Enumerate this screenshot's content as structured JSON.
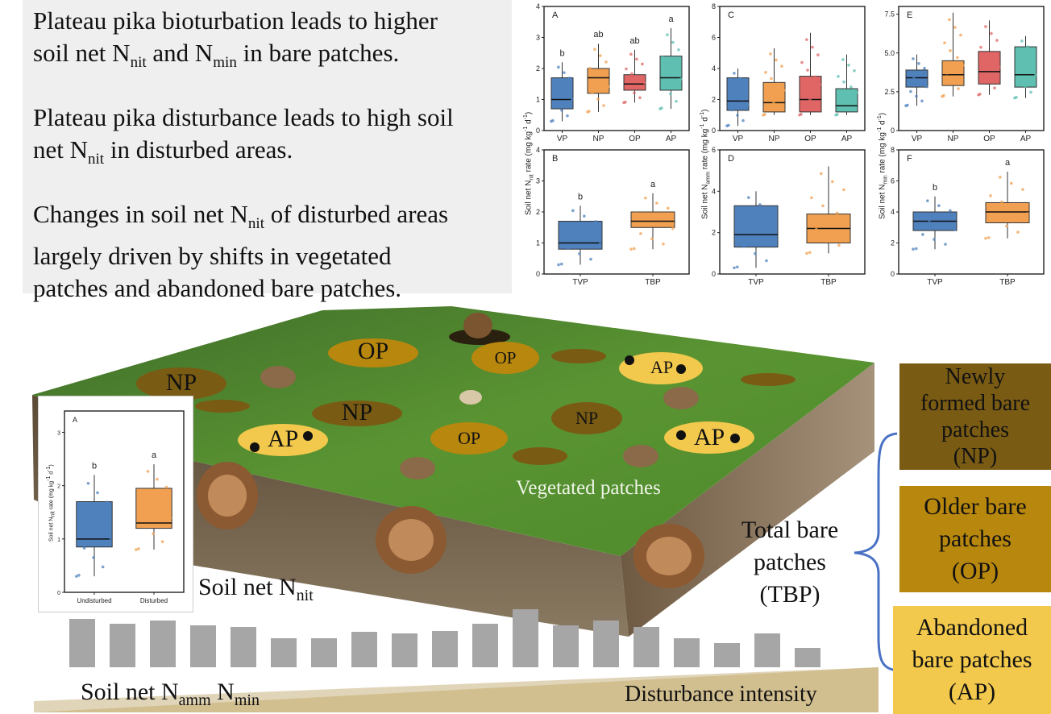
{
  "summary": {
    "p1_line1": "Plateau pika bioturbation leads to higher",
    "p1_line2_a": "soil net N",
    "p1_line2_sub1": "nit",
    "p1_line2_b": " and N",
    "p1_line2_sub2": "min",
    "p1_line2_c": " in bare patches.",
    "p2_line1": "Plateau pika disturbance leads to high soil",
    "p2_line2_a": "net N",
    "p2_line2_sub": "nit",
    "p2_line2_b": " in disturbed areas.",
    "p3_line1_a": "Changes in soil net N",
    "p3_line1_sub": "nit",
    "p3_line1_b": " of disturbed areas",
    "p3_line2": "largely driven by shifts in vegetated",
    "p3_line3": "patches and abandoned bare patches."
  },
  "panels": {
    "A": {
      "label": "A",
      "yticks": [
        "4",
        "3",
        "2",
        "1",
        "0"
      ],
      "categories": [
        "VP",
        "NP",
        "OP",
        "AP"
      ],
      "sig": [
        "b",
        "ab",
        "ab",
        "a"
      ]
    },
    "B": {
      "label": "B",
      "yticks": [
        "4",
        "3",
        "2",
        "1",
        "0"
      ],
      "categories": [
        "TVP",
        "TBP"
      ],
      "sig": [
        "b",
        "a"
      ],
      "ylabel": "Soil net N",
      "ylabel_sub": "nit",
      "ylabel_rest": " rate (mg kg",
      "ylabel_sup1": "-1",
      "ylabel_mid": " d",
      "ylabel_sup2": "-1",
      "ylabel_end": ")"
    },
    "C": {
      "label": "C",
      "yticks": [
        "8",
        "6",
        "4",
        "2",
        "0"
      ],
      "categories": [
        "VP",
        "NP",
        "OP",
        "AP"
      ]
    },
    "D": {
      "label": "D",
      "yticks": [
        "6",
        "4",
        "2",
        "0"
      ],
      "categories": [
        "TVP",
        "TBP"
      ],
      "ylabel": "Soil net N",
      "ylabel_sub": "amm"
    },
    "E": {
      "label": "E",
      "yticks": [
        "7.5",
        "5.0",
        "2.5",
        "0"
      ],
      "categories": [
        "VP",
        "NP",
        "OP",
        "AP"
      ]
    },
    "F": {
      "label": "F",
      "yticks": [
        "8",
        "6",
        "4",
        "2",
        "0"
      ],
      "categories": [
        "TVP",
        "TBP"
      ],
      "sig": [
        "b",
        "a"
      ],
      "ylabel": "Soil net N",
      "ylabel_sub": "min"
    },
    "inset": {
      "label": "A",
      "yticks": [
        "3",
        "2",
        "1",
        "0"
      ],
      "categories": [
        "Undisturbed",
        "Disturbed"
      ],
      "sig": [
        "b",
        "a"
      ],
      "ylabel": "Soil net N",
      "ylabel_sub": "nit"
    }
  },
  "chart_data": [
    {
      "type": "box",
      "panel": "A",
      "categories": [
        "VP",
        "NP",
        "OP",
        "AP"
      ],
      "ylim": [
        0,
        4
      ],
      "boxes": [
        {
          "q1": 0.7,
          "median": 1.0,
          "q3": 1.7,
          "min": 0.3,
          "max": 2.2
        },
        {
          "q1": 1.2,
          "median": 1.7,
          "q3": 2.0,
          "min": 0.6,
          "max": 2.8
        },
        {
          "q1": 1.3,
          "median": 1.5,
          "q3": 1.8,
          "min": 0.9,
          "max": 2.6
        },
        {
          "q1": 1.3,
          "median": 1.7,
          "q3": 2.4,
          "min": 0.7,
          "max": 3.3
        }
      ],
      "sig": [
        "b",
        "ab",
        "ab",
        "a"
      ]
    },
    {
      "type": "box",
      "panel": "B",
      "categories": [
        "TVP",
        "TBP"
      ],
      "ylim": [
        0,
        4
      ],
      "boxes": [
        {
          "q1": 0.8,
          "median": 1.0,
          "q3": 1.7,
          "min": 0.3,
          "max": 2.2
        },
        {
          "q1": 1.5,
          "median": 1.7,
          "q3": 2.0,
          "min": 0.8,
          "max": 2.6
        }
      ],
      "sig": [
        "b",
        "a"
      ]
    },
    {
      "type": "box",
      "panel": "C",
      "categories": [
        "VP",
        "NP",
        "OP",
        "AP"
      ],
      "ylim": [
        0,
        8
      ],
      "boxes": [
        {
          "q1": 1.3,
          "median": 1.9,
          "q3": 3.4,
          "min": 0.3,
          "max": 4.0
        },
        {
          "q1": 1.2,
          "median": 1.8,
          "q3": 3.1,
          "min": 1.0,
          "max": 5.3
        },
        {
          "q1": 1.2,
          "median": 2.0,
          "q3": 3.5,
          "min": 1.0,
          "max": 6.3
        },
        {
          "q1": 1.2,
          "median": 1.6,
          "q3": 2.7,
          "min": 1.0,
          "max": 4.9
        }
      ]
    },
    {
      "type": "box",
      "panel": "D",
      "categories": [
        "TVP",
        "TBP"
      ],
      "ylim": [
        0,
        6
      ],
      "boxes": [
        {
          "q1": 1.3,
          "median": 1.9,
          "q3": 3.3,
          "min": 0.3,
          "max": 4.0
        },
        {
          "q1": 1.5,
          "median": 2.2,
          "q3": 2.9,
          "min": 1.0,
          "max": 5.2
        }
      ]
    },
    {
      "type": "box",
      "panel": "E",
      "categories": [
        "VP",
        "NP",
        "OP",
        "AP"
      ],
      "ylim": [
        0,
        8
      ],
      "boxes": [
        {
          "q1": 2.8,
          "median": 3.4,
          "q3": 3.9,
          "min": 1.6,
          "max": 4.9
        },
        {
          "q1": 2.9,
          "median": 3.6,
          "q3": 4.5,
          "min": 2.2,
          "max": 7.6
        },
        {
          "q1": 3.0,
          "median": 3.8,
          "q3": 5.1,
          "min": 2.3,
          "max": 7.1
        },
        {
          "q1": 2.8,
          "median": 3.6,
          "q3": 5.4,
          "min": 2.1,
          "max": 6.1
        }
      ]
    },
    {
      "type": "box",
      "panel": "F",
      "categories": [
        "TVP",
        "TBP"
      ],
      "ylim": [
        0,
        8
      ],
      "boxes": [
        {
          "q1": 2.8,
          "median": 3.4,
          "q3": 4.0,
          "min": 1.6,
          "max": 5.0
        },
        {
          "q1": 3.3,
          "median": 4.0,
          "q3": 4.6,
          "min": 2.3,
          "max": 6.6
        }
      ],
      "sig": [
        "b",
        "a"
      ]
    },
    {
      "type": "box",
      "panel": "inset",
      "categories": [
        "Undisturbed",
        "Disturbed"
      ],
      "ylim": [
        0,
        3.4
      ],
      "boxes": [
        {
          "q1": 0.85,
          "median": 1.0,
          "q3": 1.7,
          "min": 0.3,
          "max": 2.2
        },
        {
          "q1": 1.2,
          "median": 1.3,
          "q3": 1.95,
          "min": 0.8,
          "max": 2.4
        }
      ],
      "sig": [
        "b",
        "a"
      ]
    },
    {
      "type": "bar",
      "panel": "bottom-bars",
      "title": "",
      "values": [
        60,
        54,
        58,
        52,
        50,
        36,
        36,
        44,
        42,
        45,
        54,
        72,
        52,
        58,
        50,
        36,
        30,
        42,
        24
      ]
    }
  ],
  "diagram": {
    "patches": {
      "op1": "OP",
      "op2": "OP",
      "op3": "OP",
      "np1": "NP",
      "np2": "NP",
      "np3": "NP",
      "ap1": "AP",
      "ap2": "AP",
      "ap3": "AP"
    },
    "vegetated": "Vegetated patches",
    "soil_nit_a": "Soil net N",
    "soil_nit_sub": "nit",
    "soil_amm_a": "Soil net N",
    "soil_amm_sub1": "amm",
    "soil_amm_b": " N",
    "soil_amm_sub2": "min",
    "disturbance": "Disturbance intensity",
    "tbp_line1": "Total bare",
    "tbp_line2": "patches",
    "tbp_line3": "(TBP)"
  },
  "legend": {
    "np": {
      "l1": "Newly",
      "l2": "formed bare",
      "l3": "patches",
      "l4": "(NP)",
      "color": "#7a5b14"
    },
    "op": {
      "l1": "Older bare",
      "l2": "patches",
      "l3": "(OP)",
      "color": "#b8870e"
    },
    "ap": {
      "l1": "Abandoned",
      "l2": "bare patches",
      "l3": "(AP)",
      "color": "#f2c94c"
    }
  },
  "colors": {
    "vp": "#4f81bd",
    "np": "#f0a050",
    "op": "#e06666",
    "ap": "#5fbfb0",
    "tvp": "#4f81bd",
    "tbp": "#f0a050"
  }
}
